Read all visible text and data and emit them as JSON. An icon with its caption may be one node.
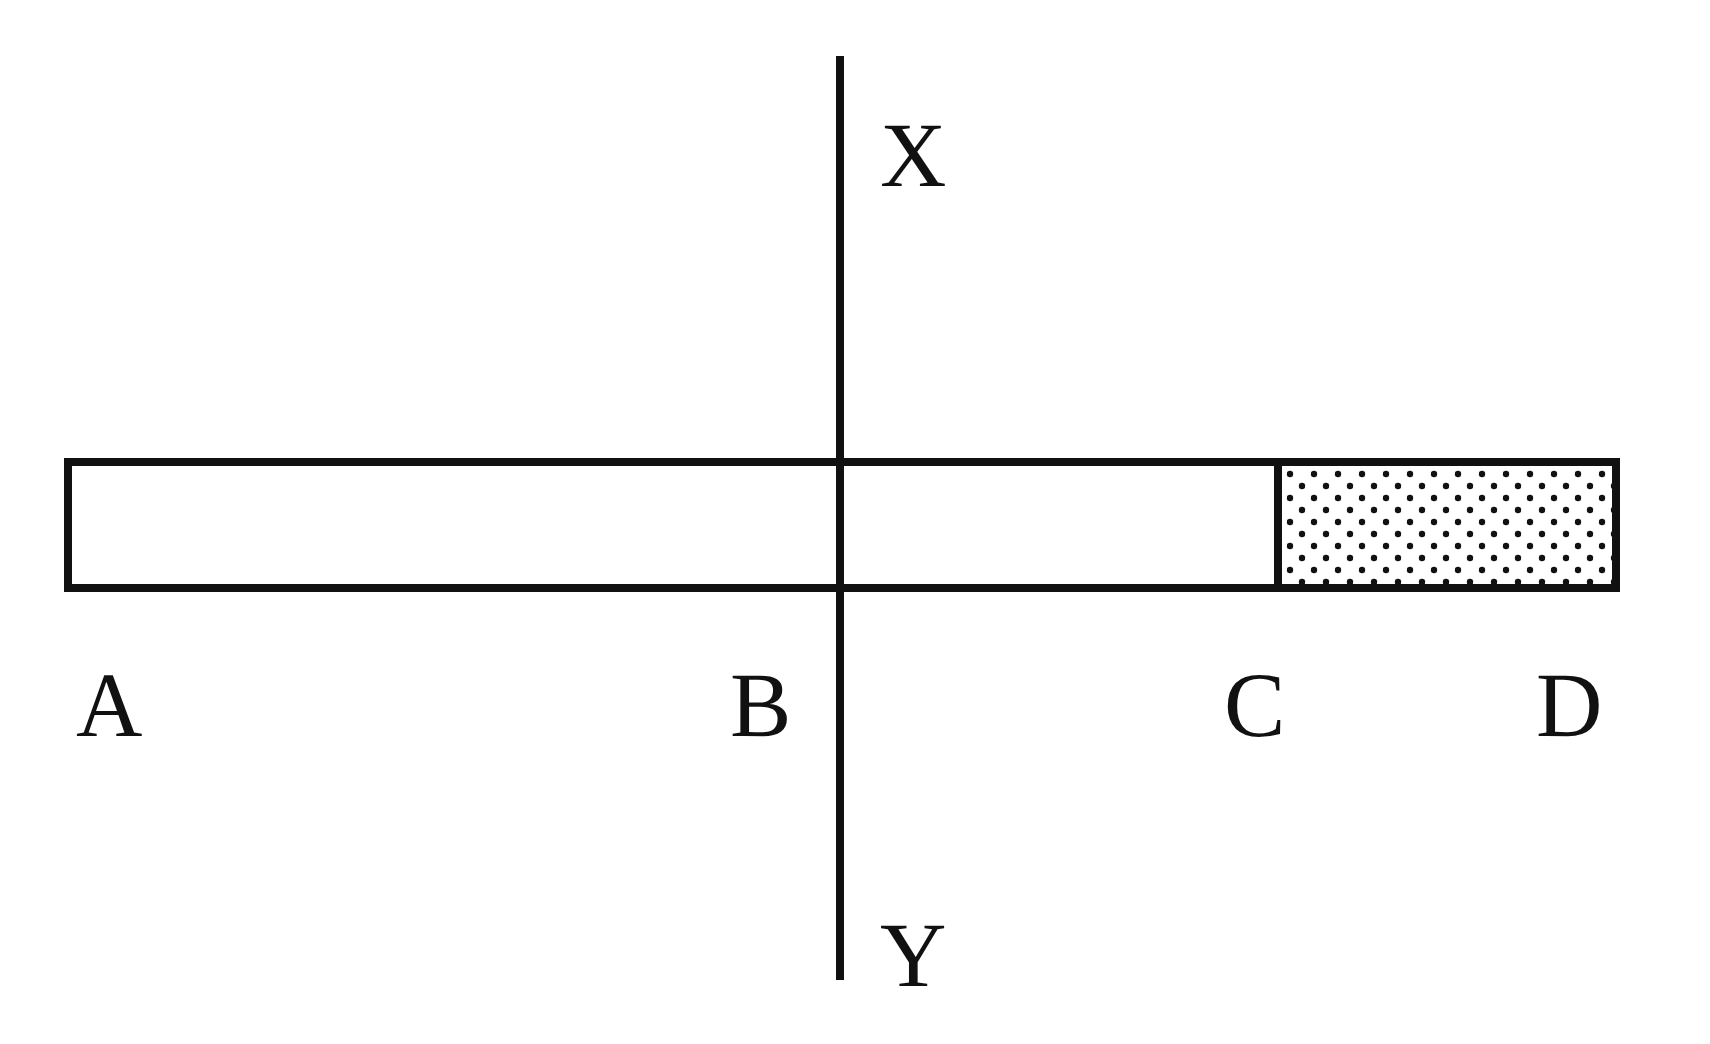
{
  "diagram": {
    "labels": [
      "X",
      "A",
      "B",
      "C",
      "D",
      "Y"
    ]
  }
}
